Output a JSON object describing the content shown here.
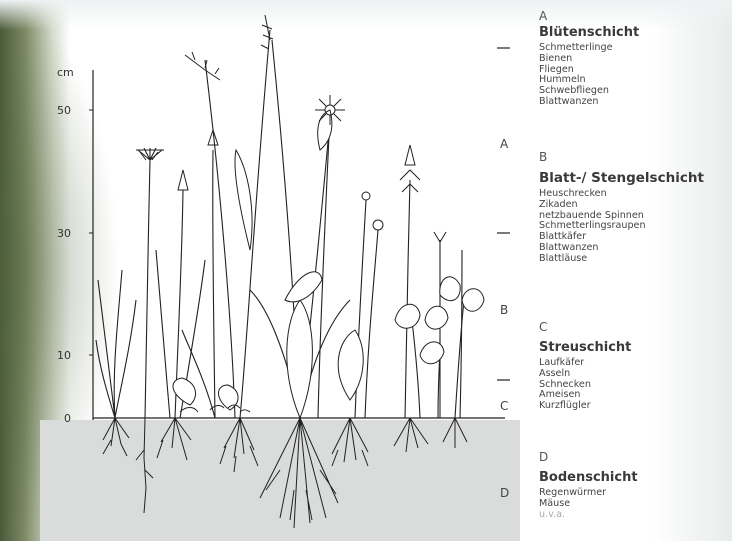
{
  "axis": {
    "unit": "cm",
    "ticks": [
      "50",
      "30",
      "10",
      "0"
    ]
  },
  "layer_markers": [
    "A",
    "B",
    "C",
    "D"
  ],
  "legend": [
    {
      "letter": "A",
      "title": "Blütenschicht",
      "items": [
        "Schmetterlinge",
        "Bienen",
        "Fliegen",
        "Hummeln",
        "Schwebfliegen",
        "Blattwanzen"
      ]
    },
    {
      "letter": "B",
      "title": "Blatt-/ Stengelschicht",
      "items": [
        "Heuschrecken",
        "Zikaden",
        "netzbauende Spinnen",
        "Schmetterlingsraupen",
        "Blattkäfer",
        "Blattwanzen",
        "Blattläuse"
      ]
    },
    {
      "letter": "C",
      "title": "Streuschicht",
      "items": [
        "Laufkäfer",
        "Asseln",
        "Schnecken",
        "Ameisen",
        "Kurzflügler"
      ]
    },
    {
      "letter": "D",
      "title": "Bodenschicht",
      "items": [
        "Regenwürmer",
        "Mäuse",
        "u.v.a."
      ]
    }
  ],
  "colors": {
    "ink": "#222222",
    "soil": "#d9dcdb",
    "text": "#444444"
  }
}
